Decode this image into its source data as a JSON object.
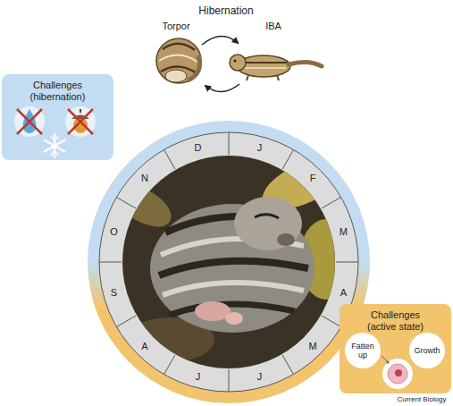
{
  "diagram": {
    "nodes": [
      {
        "text": [
          "Challenges (hibernation)"
        ]
      },
      {
        "text": [
          "Challenges (active state)"
        ]
      },
      {
        "text": [
          "Fatten up"
        ],
        "in": 1
      },
      {
        "text": [
          "Growth"
        ],
        "in": 1
      }
    ],
    "labels": [
      "Hibernation",
      "Torpor",
      "IBA",
      "D",
      "J",
      "F",
      "M",
      "A",
      "M",
      "J",
      "J",
      "A",
      "S",
      "O",
      "N",
      "Current Biology"
    ]
  }
}
